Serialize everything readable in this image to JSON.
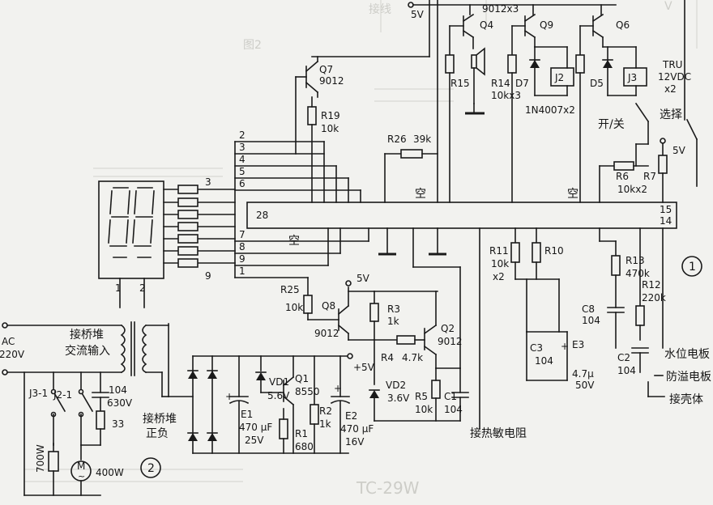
{
  "components": {
    "q7": {
      "ref": "Q7",
      "value": "9012"
    },
    "q8": {
      "ref": "Q8",
      "value": "9012"
    },
    "q4_group": "9012x3",
    "q4": "Q4",
    "q9": "Q9",
    "q6": "Q6",
    "q2": {
      "ref": "Q2",
      "value": "9012"
    },
    "q1": {
      "ref": "Q1",
      "value": "8550"
    },
    "r19": {
      "ref": "R19",
      "value": "10k"
    },
    "r26": {
      "ref": "R26",
      "value": "39k"
    },
    "r25": {
      "ref": "R25",
      "value": "10k"
    },
    "r3": {
      "ref": "R3",
      "value": "1k"
    },
    "r4": {
      "ref": "R4",
      "value": "4.7k"
    },
    "r5": {
      "ref": "R5",
      "value": "10k"
    },
    "r1": {
      "ref": "R1",
      "value": "680"
    },
    "r2": {
      "ref": "R2",
      "value": "1k"
    },
    "r15": "R15",
    "r14": {
      "ref": "R14",
      "value": "10kx3"
    },
    "r11": {
      "ref": "R11",
      "value": "10k",
      "mult": "x2"
    },
    "r10": "R10",
    "r13": {
      "ref": "R13",
      "value": "470k"
    },
    "r12": {
      "ref": "R12",
      "value": "220k"
    },
    "r6": {
      "ref": "R6",
      "value": "10kx2"
    },
    "r7": "R7",
    "c1": {
      "ref": "C1",
      "value": "104"
    },
    "c2": {
      "ref": "C2",
      "value": "104"
    },
    "c3": {
      "ref": "C3",
      "value": "104"
    },
    "c8": {
      "ref": "C8",
      "value": "104"
    },
    "e1": {
      "ref": "E1",
      "value": "470 μF",
      "volt": "25V"
    },
    "e2": {
      "ref": "E2",
      "value": "470 μF",
      "volt": "16V"
    },
    "e3": {
      "ref": "E3",
      "value": "4.7μ",
      "volt": "50V"
    },
    "vd1": {
      "ref": "VD1",
      "value": "5.6V"
    },
    "vd2": {
      "ref": "VD2",
      "value": "3.6V"
    },
    "d7": "D7",
    "d5": "D5",
    "diode_group": "1N4007x2",
    "j2": "J2",
    "j3": "J3",
    "relay": {
      "ref": "TRU",
      "value": "12VDC",
      "mult": "x2"
    },
    "snubber": {
      "cap": "104",
      "volt": "630V",
      "res": "33"
    },
    "heater": "700W",
    "motor": {
      "symbol": "M",
      "power": "400W"
    },
    "j3_1": "J3-1",
    "j2_1": "J2-1"
  },
  "labels": {
    "ac": "AC",
    "ac_v": "220V",
    "plus5v_top": "5V",
    "plus5v_mid": "5V",
    "plus5v_right": "5V",
    "plus5v_out": "+5V",
    "transformer_line1": "接桥堆",
    "transformer_line2": "交流输入",
    "bridge_line1": "接桥堆",
    "bridge_line2": "正负",
    "kong_a": "空",
    "kong_b": "空",
    "kong_c": "空",
    "switch_onoff": "开/关",
    "switch_select": "选择",
    "water_level": "水位电板",
    "overflow": "防溢电板",
    "shell": "接壳体",
    "thermistor": "接热敏电阻",
    "circle1": "1",
    "circle2": "2"
  },
  "ic_pins": {
    "left": [
      "2",
      "3",
      "4",
      "5",
      "6",
      "7",
      "8",
      "9",
      "1"
    ],
    "pin28": "28",
    "pin15": "15",
    "pin14": "14"
  },
  "display_pins": [
    "3",
    "9"
  ],
  "display_bottom": [
    "1",
    "2"
  ],
  "background_text": [
    "12V DC",
    "空",
    "(1)",
    "图2",
    "TC-29W",
    "V",
    "接线"
  ]
}
